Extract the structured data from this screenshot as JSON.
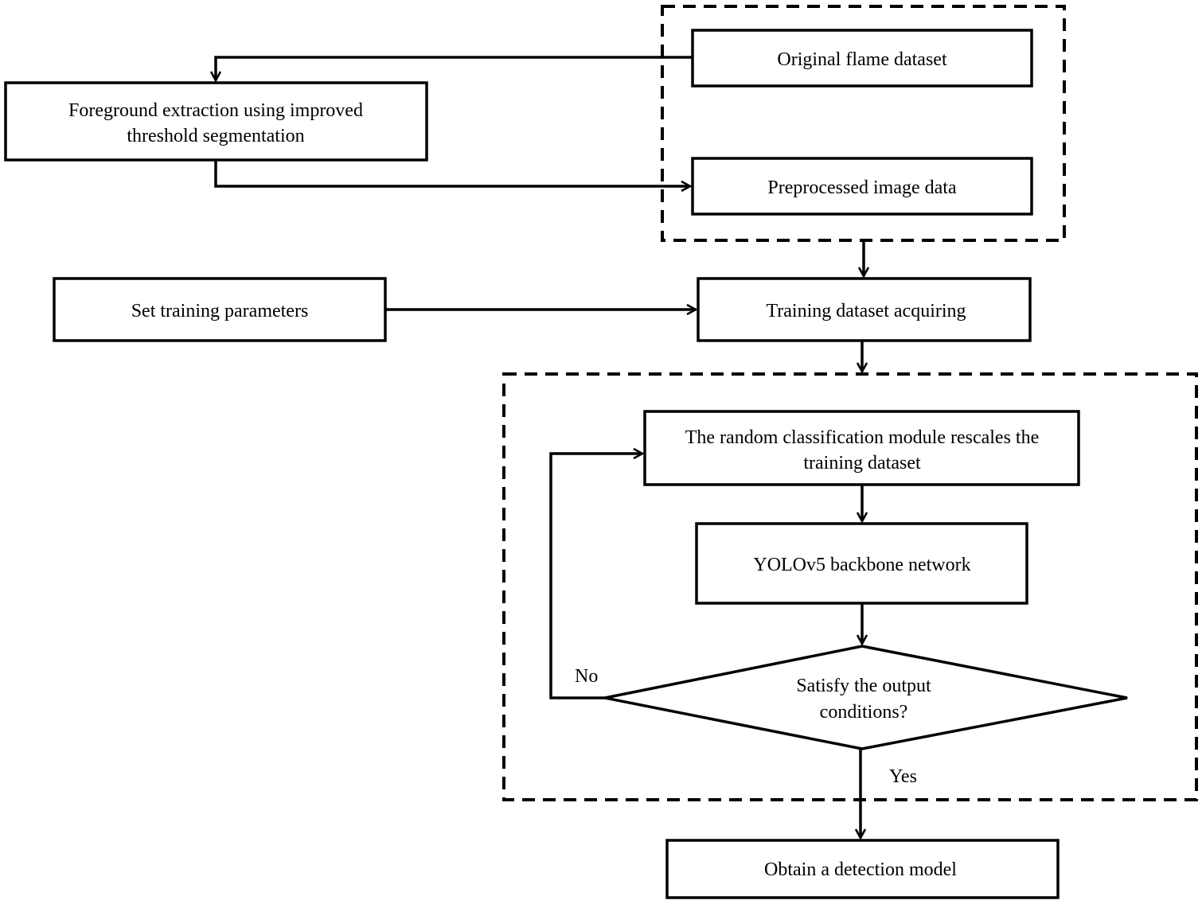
{
  "nodes": {
    "original_dataset": "Original flame dataset",
    "foreground_line1": "Foreground extraction using improved",
    "foreground_line2": "threshold segmentation",
    "preprocessed": "Preprocessed image data",
    "set_params": "Set training parameters",
    "training_acquiring": "Training dataset acquiring",
    "random_line1": "The random classification module rescales the",
    "random_line2": "training dataset",
    "backbone": "YOLOv5 backbone network",
    "decision_line1": "Satisfy the output",
    "decision_line2": "conditions?",
    "detection_model": "Obtain a detection model"
  },
  "edge_labels": {
    "no": "No",
    "yes": "Yes"
  },
  "colors": {
    "stroke": "#000000",
    "background": "#ffffff"
  }
}
